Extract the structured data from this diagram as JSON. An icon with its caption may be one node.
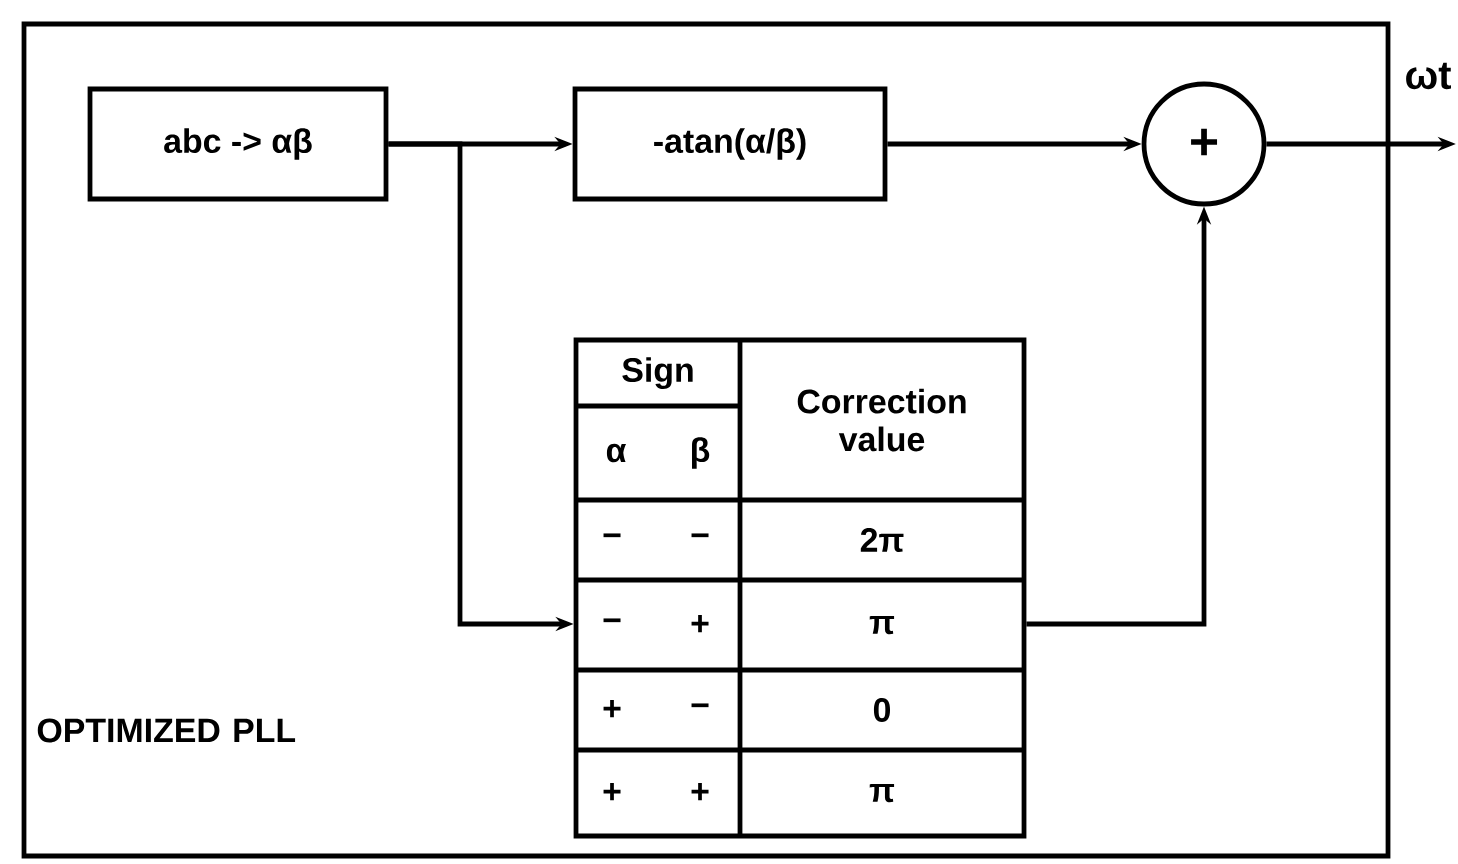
{
  "diagram": {
    "nodes": [
      {
        "text": [
          "OPTIMIZED PLL"
        ]
      },
      {
        "text": [
          "abc -> αβ"
        ],
        "in": 0
      },
      {
        "text": [
          "-atan(α/β)"
        ],
        "in": 0
      },
      {
        "text": [
          "+"
        ],
        "in": 0
      },
      {
        "text": [
          "Sign",
          "Correction value",
          "α",
          "β",
          "−",
          "−",
          "2π",
          "−",
          "+",
          "π",
          "+",
          "−",
          "0",
          "+",
          "+",
          "π"
        ],
        "in": 0
      },
      {
        "text": [
          "ωt"
        ]
      }
    ],
    "edges": [
      {
        "from": 1,
        "to": 2,
        "arrow": "to"
      },
      {
        "from": 1,
        "to": 4,
        "arrow": "to"
      },
      {
        "from": 2,
        "to": 3,
        "arrow": "to"
      },
      {
        "from": 4,
        "to": 3,
        "arrow": "to"
      },
      {
        "from": 3,
        "to": 5,
        "arrow": "to"
      }
    ]
  }
}
